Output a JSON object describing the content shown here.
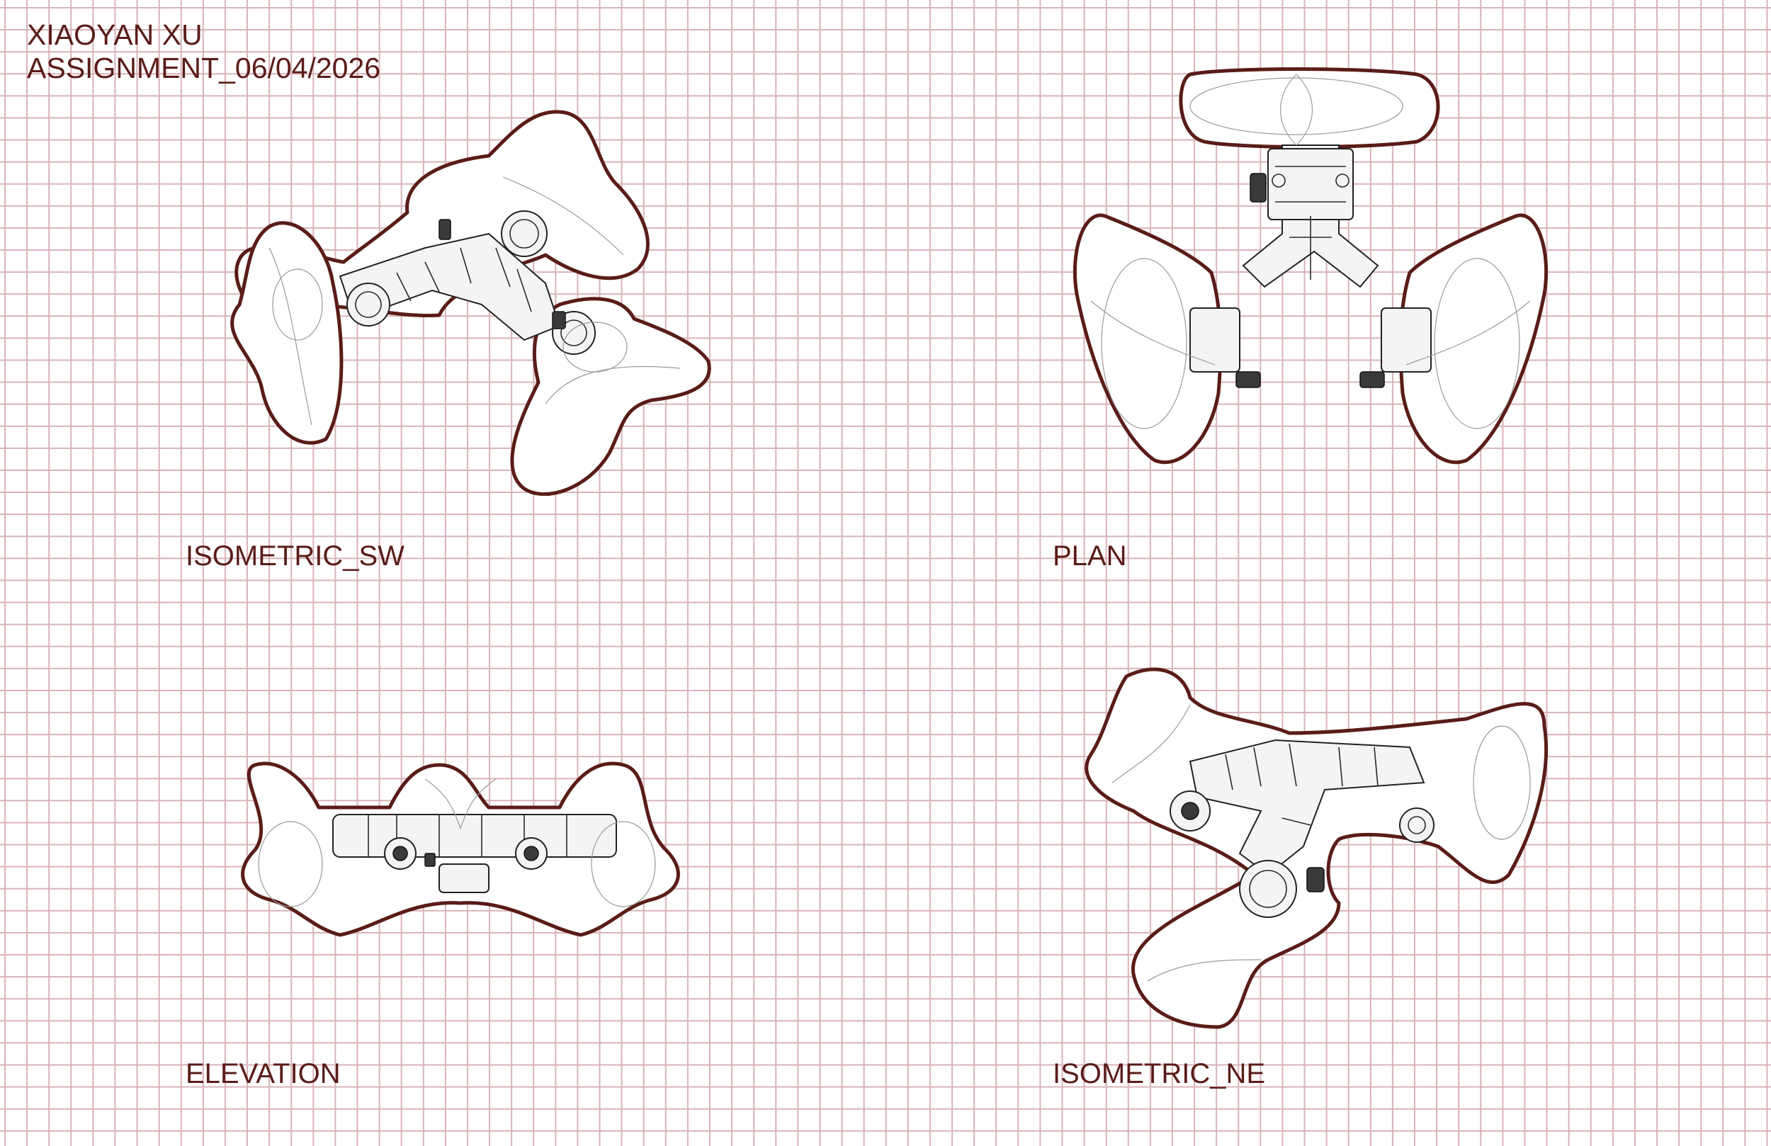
{
  "header": {
    "author": "XIAOYAN XU",
    "assignment": "ASSIGNMENT_06/04/2026"
  },
  "views": [
    {
      "label": "ISOMETRIC_SW"
    },
    {
      "label": "PLAN"
    },
    {
      "label": "ELEVATION"
    },
    {
      "label": "ISOMETRIC_NE"
    }
  ],
  "colors": {
    "grid": "#d9b2b8",
    "outline": "#5a1c18",
    "text": "#5a1c18",
    "background": "#ffffff"
  }
}
